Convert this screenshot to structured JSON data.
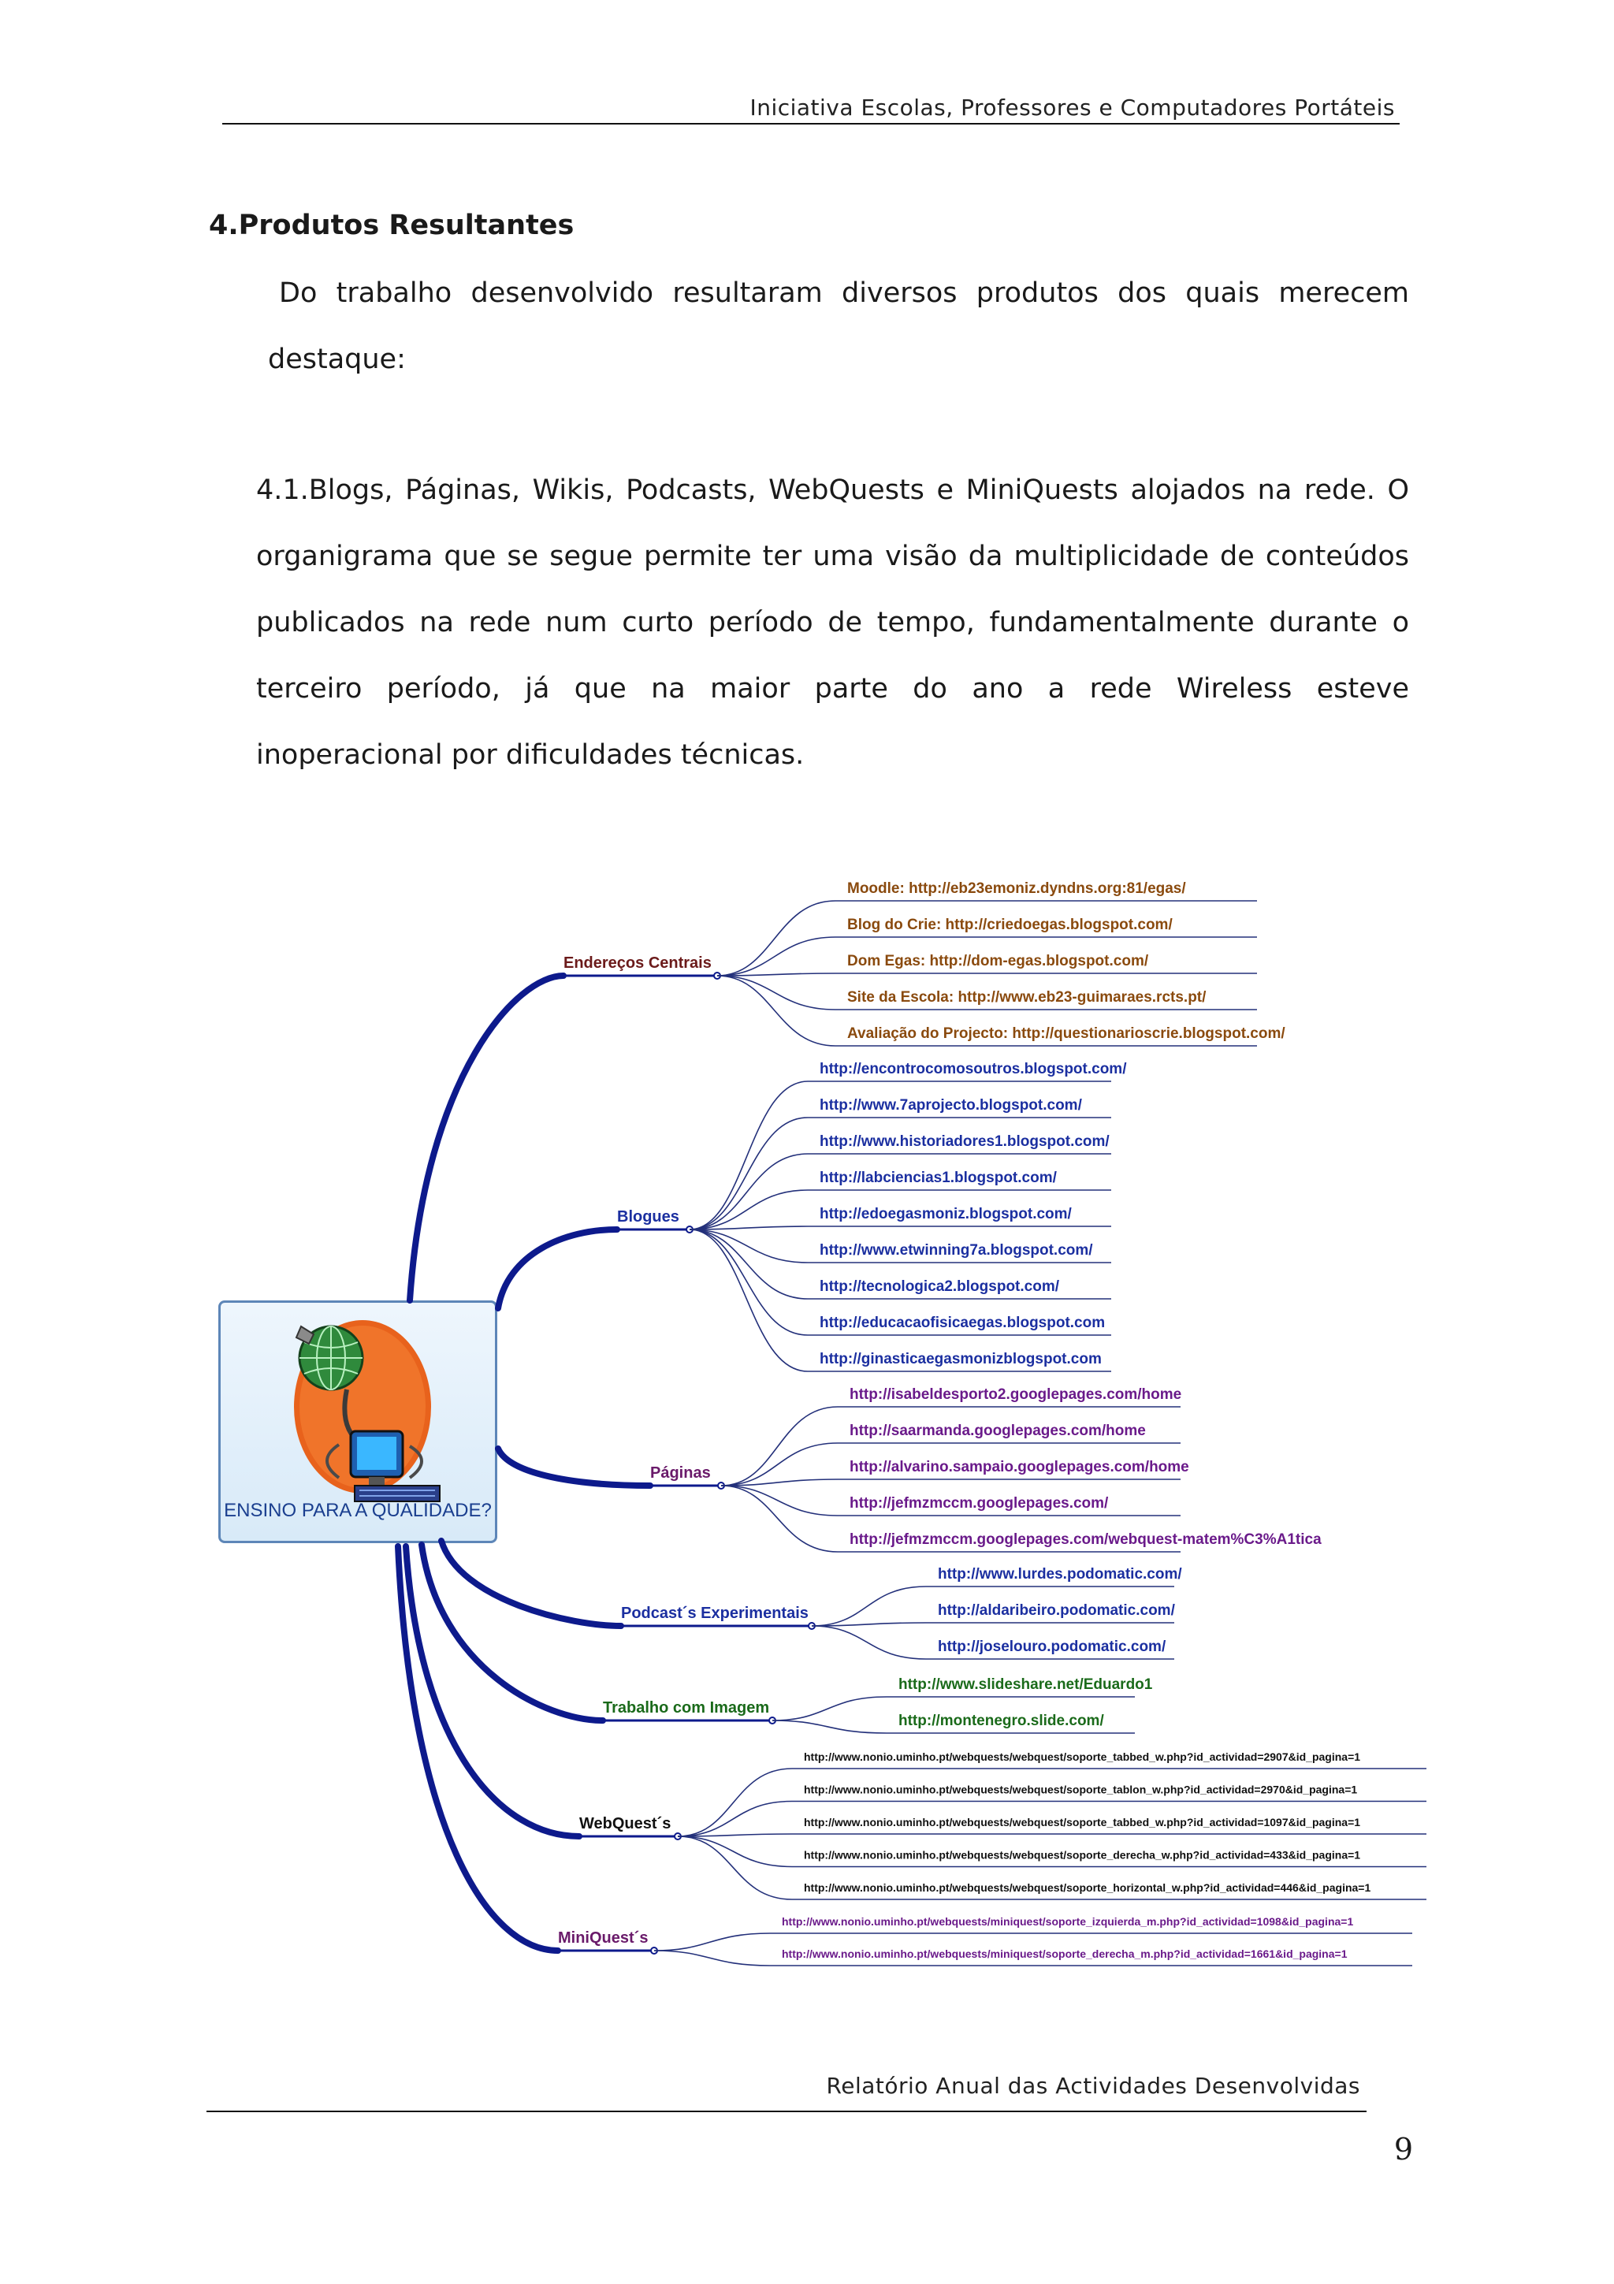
{
  "header": {
    "title": "Iniciativa Escolas, Professores e Computadores Portáteis"
  },
  "section": {
    "title": "4.Produtos Resultantes"
  },
  "intro": "Do trabalho desenvolvido resultaram diversos produtos dos quais merecem destaque:",
  "body": "4.1.Blogs, Páginas, Wikis, Podcasts, WebQuests e MiniQuests alojados na rede. O organigrama que se segue permite ter uma visão da multiplicidade de conteúdos publicados na rede num curto período de tempo, fundamentalmente durante o terceiro período, já que na maior parte do ano a rede Wireless esteve inoperacional por dificuldades técnicas.",
  "mindmap": {
    "central": {
      "label": "ENSINO PARA A QUALIDADE?",
      "icon": "globe-computer-icon"
    },
    "branches": [
      {
        "label": "Endereços Centrais",
        "color": "#6b1a1a",
        "leaf_color": "#8a4a0e",
        "leaves": [
          "Moodle: http://eb23emoniz.dyndns.org:81/egas/",
          "Blog do Crie: http://criedoegas.blogspot.com/",
          "Dom Egas: http://dom-egas.blogspot.com/",
          "Site da Escola: http://www.eb23-guimaraes.rcts.pt/",
          "Avaliação do Projecto: http://questionarioscrie.blogspot.com/"
        ]
      },
      {
        "label": "Blogues",
        "color": "#1b2fa0",
        "leaf_color": "#1b2fa0",
        "leaves": [
          "http://encontrocomosoutros.blogspot.com/",
          "http://www.7aprojecto.blogspot.com/",
          "http://www.historiadores1.blogspot.com/",
          "http://labciencias1.blogspot.com/",
          "http://edoegasmoniz.blogspot.com/",
          "http://www.etwinning7a.blogspot.com/",
          "http://tecnologica2.blogspot.com/",
          "http://educacaofisicaegas.blogspot.com",
          "http://ginasticaegasmonizblogspot.com"
        ]
      },
      {
        "label": "Páginas",
        "color": "#6a1a6a",
        "leaf_color": "#6a1a8a",
        "leaves": [
          "http://isabeldesporto2.googlepages.com/home",
          "http://saarmanda.googlepages.com/home",
          "http://alvarino.sampaio.googlepages.com/home",
          "http://jefmzmccm.googlepages.com/",
          "http://jefmzmccm.googlepages.com/webquest-matem%C3%A1tica"
        ]
      },
      {
        "label": "Podcast´s Experimentais",
        "color": "#1b2fa0",
        "leaf_color": "#1b2fa0",
        "leaves": [
          "http://www.lurdes.podomatic.com/",
          "http://aldaribeiro.podomatic.com/",
          "http://joselouro.podomatic.com/"
        ]
      },
      {
        "label": "Trabalho com Imagem",
        "color": "#1a6a1a",
        "leaf_color": "#1a6a1a",
        "leaves": [
          "http://www.slideshare.net/Eduardo1",
          "http://montenegro.slide.com/"
        ]
      },
      {
        "label": "WebQuest´s",
        "color": "#111111",
        "leaf_color": "#111111",
        "leaves": [
          "http://www.nonio.uminho.pt/webquests/webquest/soporte_tabbed_w.php?id_actividad=2907&id_pagina=1",
          "http://www.nonio.uminho.pt/webquests/webquest/soporte_tablon_w.php?id_actividad=2970&id_pagina=1",
          "http://www.nonio.uminho.pt/webquests/webquest/soporte_tabbed_w.php?id_actividad=1097&id_pagina=1",
          "http://www.nonio.uminho.pt/webquests/webquest/soporte_derecha_w.php?id_actividad=433&id_pagina=1",
          "http://www.nonio.uminho.pt/webquests/webquest/soporte_horizontal_w.php?id_actividad=446&id_pagina=1"
        ]
      },
      {
        "label": "MiniQuest´s",
        "color": "#6a1a6a",
        "leaf_color": "#6a1a8a",
        "leaves": [
          "http://www.nonio.uminho.pt/webquests/miniquest/soporte_izquierda_m.php?id_actividad=1098&id_pagina=1",
          "http://www.nonio.uminho.pt/webquests/miniquest/soporte_derecha_m.php?id_actividad=1661&id_pagina=1"
        ]
      }
    ]
  },
  "footer": {
    "title": "Relatório Anual das Actividades Desenvolvidas",
    "page": "9"
  }
}
